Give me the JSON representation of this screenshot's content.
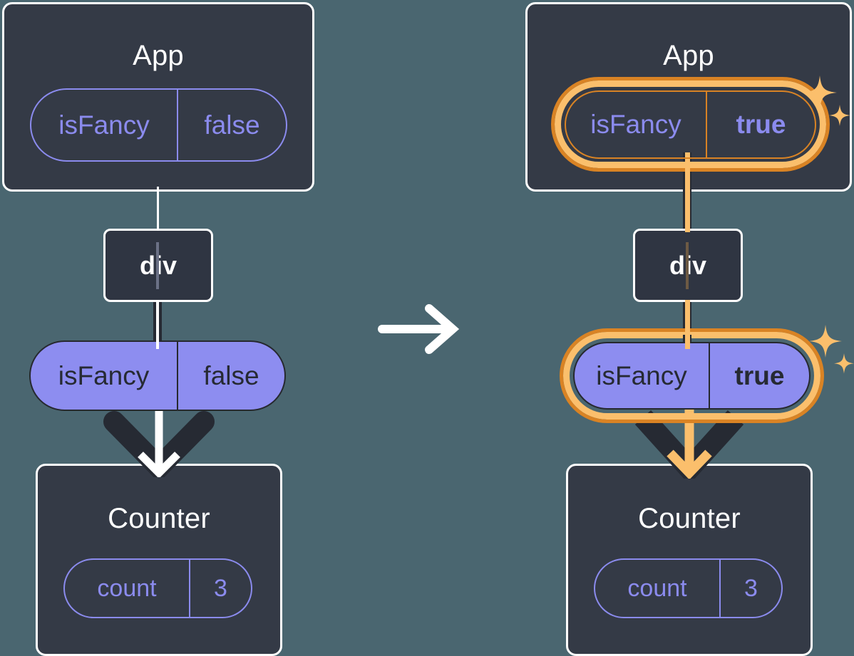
{
  "diagram": {
    "type": "react-state-propagation",
    "background_color": "#4a6670",
    "accent_highlight_color": "#fbbf6c",
    "accent_highlight_outline": "#d98324",
    "pill_fill_color": "#8d8df0",
    "pill_outline_color": "#8b8bee",
    "node_fill_color": "#343a46",
    "transition_icon": "arrow-right-icon"
  },
  "before": {
    "app": {
      "title": "App",
      "state_pill": {
        "key": "isFancy",
        "value": "false",
        "highlighted": false
      }
    },
    "div": {
      "label": "div"
    },
    "prop_pill": {
      "key": "isFancy",
      "value": "false",
      "highlighted": false
    },
    "counter": {
      "title": "Counter",
      "state_pill": {
        "key": "count",
        "value": "3",
        "highlighted": false
      }
    }
  },
  "after": {
    "app": {
      "title": "App",
      "state_pill": {
        "key": "isFancy",
        "value": "true",
        "highlighted": true
      }
    },
    "div": {
      "label": "div"
    },
    "prop_pill": {
      "key": "isFancy",
      "value": "true",
      "highlighted": true
    },
    "counter": {
      "title": "Counter",
      "state_pill": {
        "key": "count",
        "value": "3",
        "highlighted": false
      }
    }
  },
  "icons": {
    "sparkle": "sparkle-icon",
    "transition": "arrow-right-icon"
  }
}
